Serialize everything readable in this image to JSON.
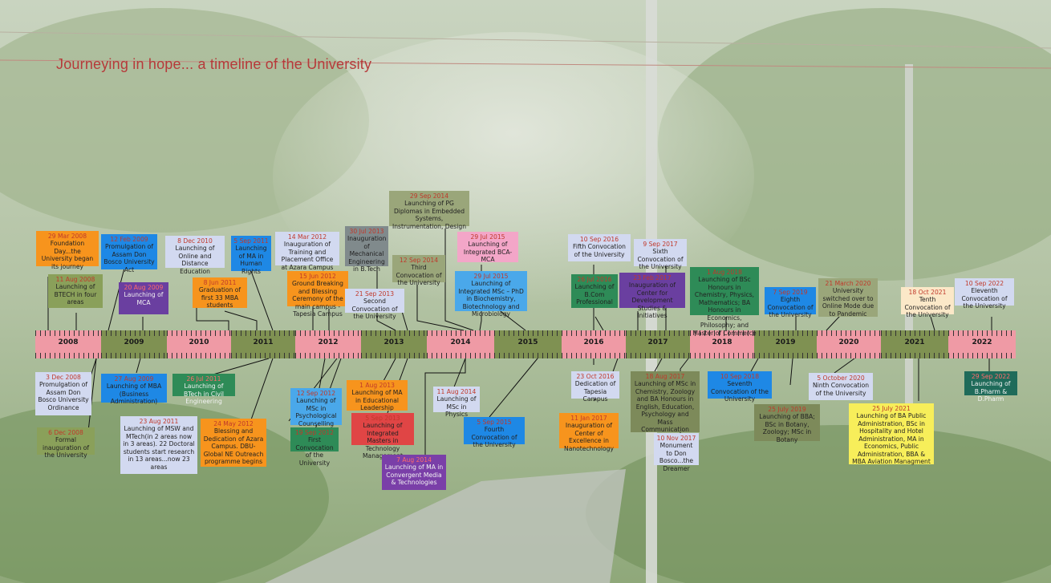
{
  "title": "Journeying in hope... a timeline of the University",
  "years": [
    {
      "label": "2008",
      "shade": "pink"
    },
    {
      "label": "2009",
      "shade": "olive"
    },
    {
      "label": "2010",
      "shade": "pink"
    },
    {
      "label": "2011",
      "shade": "olive"
    },
    {
      "label": "2012",
      "shade": "pink"
    },
    {
      "label": "2013",
      "shade": "olive"
    },
    {
      "label": "2014",
      "shade": "pink"
    },
    {
      "label": "2015",
      "shade": "olive"
    },
    {
      "label": "2016",
      "shade": "pink"
    },
    {
      "label": "2017",
      "shade": "olive"
    },
    {
      "label": "2018",
      "shade": "pink"
    },
    {
      "label": "2019",
      "shade": "olive"
    },
    {
      "label": "2020",
      "shade": "pink"
    },
    {
      "label": "2021",
      "shade": "olive"
    },
    {
      "label": "2022",
      "shade": "pink"
    }
  ],
  "events": [
    {
      "date": "29 Mar 2008",
      "text": "Foundation Day...the University began its journey",
      "color": "orange"
    },
    {
      "date": "11 Aug 2008",
      "text": "Launching of BTECH in four areas",
      "color": "olive"
    },
    {
      "date": "12 Feb 2009",
      "text": "Promulgation of Assam Don Bosco University Act",
      "color": "blue"
    },
    {
      "date": "20 Aug 2009",
      "text": "Launching of MCA",
      "color": "purple"
    },
    {
      "date": "8 Dec 2010",
      "text": "Launching of Online and Distance Education",
      "color": "lav"
    },
    {
      "date": "8 Jun 2011",
      "text": "Graduation of first 33 MBA students",
      "color": "orange"
    },
    {
      "date": "5 Sep 2011",
      "text": "Launching of MA in Human Rights",
      "color": "blue"
    },
    {
      "date": "14 Mar 2012",
      "text": "Inauguration of Training and Placement Office at Azara Campus",
      "color": "lav"
    },
    {
      "date": "15 Jun 2012",
      "text": "Ground Breaking and Blessing Ceremony of the main campus - Tapesia Campus",
      "color": "orange"
    },
    {
      "date": "30 Jul 2013",
      "text": "Inauguration of Mechanical Engineering in B.Tech",
      "color": "gray"
    },
    {
      "date": "21 Sep 2013",
      "text": "Second Convocation of the University",
      "color": "lav"
    },
    {
      "date": "29 Sep 2014",
      "text": "Launching of PG Diplomas in Embedded Systems, Instrumentation, Design",
      "color": "khaki"
    },
    {
      "date": "12 Sep 2014",
      "text": "Third Convocation of the University",
      "color": "khaki"
    },
    {
      "date": "29 Jul 2015",
      "text": "Launching of Integrated BCA-MCA",
      "color": "pink"
    },
    {
      "date": "29 Jul 2015",
      "text": "Launching of Integrated MSc – PhD in Biochemistry, Biotechnology and Microbiology",
      "color": "lblue"
    },
    {
      "date": "10 Sep 2016",
      "text": "Fifth Convocation of the University",
      "color": "lav"
    },
    {
      "date": "26 Jul 2016",
      "text": "Launching of B.Com Professional",
      "color": "green"
    },
    {
      "date": "9 Sep 2017",
      "text": "Sixth Convocation of the University",
      "color": "lav"
    },
    {
      "date": "23 Feb 2017",
      "text": "Inauguration of Center for Development Studies & Initiatives",
      "color": "purple"
    },
    {
      "date": "1 Aug 2018",
      "text": "Launching of BSc Honours in Chemistry, Physics, Mathematics; BA Honours in Economics, Philosophy; and Master of Commerce",
      "color": "green"
    },
    {
      "date": "7 Sep 2019",
      "text": "Eighth Convocation of the University",
      "color": "blue"
    },
    {
      "date": "21 March 2020",
      "text": "University switched over to Online Mode due to Pandemic",
      "color": "khaki"
    },
    {
      "date": "18 Oct 2021",
      "text": "Tenth Convocation of the University",
      "color": "ywhite"
    },
    {
      "date": "10 Sep 2022",
      "text": "Eleventh Convocation of the University",
      "color": "lav"
    },
    {
      "date": "3 Dec 2008",
      "text": "Promulgation of Assam Don Bosco University Ordinance",
      "color": "lav"
    },
    {
      "date": "6 Dec 2008",
      "text": "Formal inauguration of the University",
      "color": "olive"
    },
    {
      "date": "27 Aug 2009",
      "text": "Launching of MBA (Business Administration)",
      "color": "blue"
    },
    {
      "date": "26 Jul 2011",
      "text": "Launching of BTech in Civil Engineering",
      "color": "green"
    },
    {
      "date": "23 Aug 2011",
      "text": "Launching of MSW and MTech(in 2 areas now in 3 areas). 22 Doctoral students start research in 13 areas...now 23 areas",
      "color": "lav"
    },
    {
      "date": "24 May 2012",
      "text": "Blessing and Dedication of Azara Campus. DBU-Global NE Outreach programme begins",
      "color": "orange"
    },
    {
      "date": "12 Sep 2012",
      "text": "Launching of MSc in Psychological Counselling",
      "color": "lblue"
    },
    {
      "date": "19 Sep 2012",
      "text": "First Convocation of the University",
      "color": "green"
    },
    {
      "date": "1 Aug 2013",
      "text": "Launching of MA in Educational Leadership",
      "color": "orange"
    },
    {
      "date": "5 Sep 2013",
      "text": "Launching of Integrated Masters in Technology Management",
      "color": "red"
    },
    {
      "date": "7 Aug 2014",
      "text": "Launching of MA in Convergent Media & Technologies",
      "color": "violet"
    },
    {
      "date": "11 Aug 2014",
      "text": "Launching of MSc in Physics",
      "color": "lav"
    },
    {
      "date": "5 Sep 2015",
      "text": "Fourth Convocation of the University",
      "color": "blue"
    },
    {
      "date": "23 Oct 2016",
      "text": "Dedication of Tapesia Campus",
      "color": "lav"
    },
    {
      "date": "11 Jan 2017",
      "text": "Inauguration of Center of Excellence in Nanotechnology",
      "color": "orange"
    },
    {
      "date": "18 Aug 2017",
      "text": "Launching of MSc in Chemistry, Zoology and BA Honours in English, Education, Psychology and Mass Communication",
      "color": "sage"
    },
    {
      "date": "10 Nov 2017",
      "text": "Monument to Don Bosco...the Dreamer",
      "color": "lav"
    },
    {
      "date": "10 Sep 2018",
      "text": "Seventh Convocation of the University",
      "color": "blue"
    },
    {
      "date": "25 July 2019",
      "text": "Launching of BBA; BSc in Botany, Zoology; MSc in Botany",
      "color": "sage"
    },
    {
      "date": "5 October 2020",
      "text": "Ninth Convocation of the University",
      "color": "lav"
    },
    {
      "date": "25 July 2021",
      "text": "Launching of BA Public Administration, BSc in Hospitality and Hotel Administration, MA in Economics, Public Administration, BBA & MBA Aviation Managment",
      "color": "yellow"
    },
    {
      "date": "29 Sep 2022",
      "text": "Launching of B.Pharm & D.Pharm",
      "color": "teal"
    }
  ]
}
